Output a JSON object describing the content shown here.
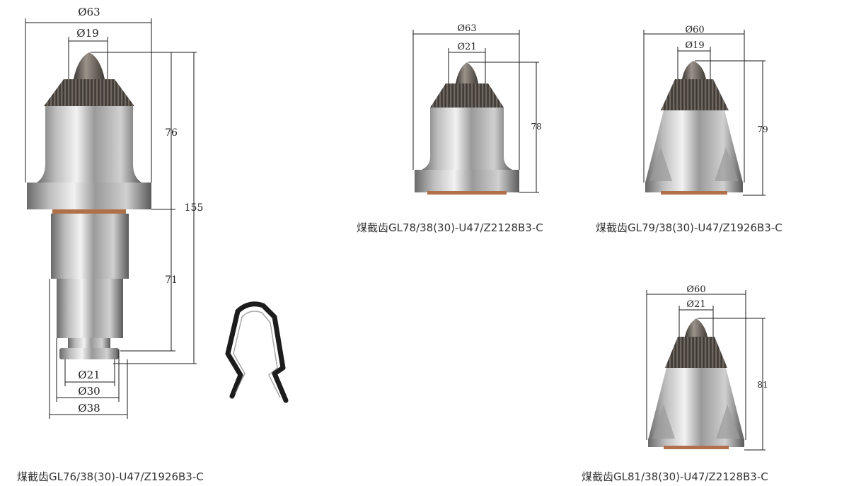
{
  "colors": {
    "dim_line": "#1a1a1a",
    "metal_light": "#e6e6e6",
    "metal_mid": "#a8a8a8",
    "metal_dark": "#5c5c5c",
    "carbide_dark": "#4a4540",
    "carbide_light": "#8a837a",
    "copper": "#b0704a",
    "clip": "#1c1c1c"
  },
  "parts": [
    {
      "caption": "煤截齿GL76/38(30)-U47/Z1926B3-C",
      "dims": {
        "d_top": "Ø63",
        "d_tip": "Ø19",
        "h_head": "76",
        "h_total": "155",
        "h_shank": "71",
        "d_a": "Ø21",
        "d_b": "Ø30",
        "d_c": "Ø38"
      }
    },
    {
      "caption": "煤截齿GL78/38(30)-U47/Z2128B3-C",
      "dims": {
        "d_top": "Ø63",
        "d_tip": "Ø21",
        "h": "78"
      }
    },
    {
      "caption": "煤截齿GL79/38(30)-U47/Z1926B3-C",
      "dims": {
        "d_top": "Ø60",
        "d_tip": "Ø19",
        "h": "79"
      }
    },
    {
      "caption": "煤截齿GL81/38(30)-U47/Z2128B3-C",
      "dims": {
        "d_top": "Ø60",
        "d_tip": "Ø21",
        "h": "81"
      }
    }
  ]
}
